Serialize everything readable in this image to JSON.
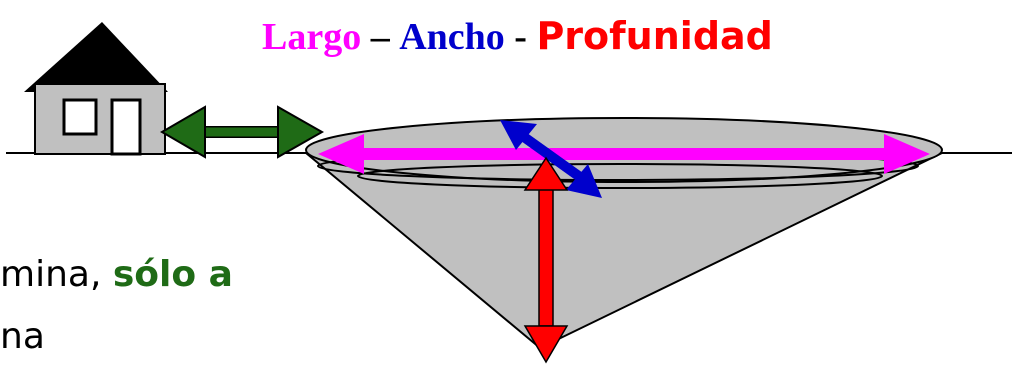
{
  "title": {
    "part1": "Largo",
    "sep1": "–",
    "part2": "Ancho",
    "sep2": "-",
    "part3": "Profunidad"
  },
  "body_text": {
    "line1_prefix": "mina, ",
    "line1_highlight": "sólo a",
    "line2": "na"
  },
  "colors": {
    "largo": "#ff00ff",
    "ancho": "#0000cc",
    "profundidad": "#ff0000",
    "highlight": "#1f6b16",
    "house_arrow": "#1f6b16",
    "pit_fill": "#c0c0c0",
    "house_fill": "#c0c0c0"
  },
  "icons": {
    "house": "house-icon",
    "pit": "open-pit-cone",
    "length_arrow": "double-arrow-horizontal",
    "width_arrow": "double-arrow-diagonal",
    "depth_arrow": "double-arrow-vertical",
    "distance_arrow": "double-arrow-horizontal"
  }
}
